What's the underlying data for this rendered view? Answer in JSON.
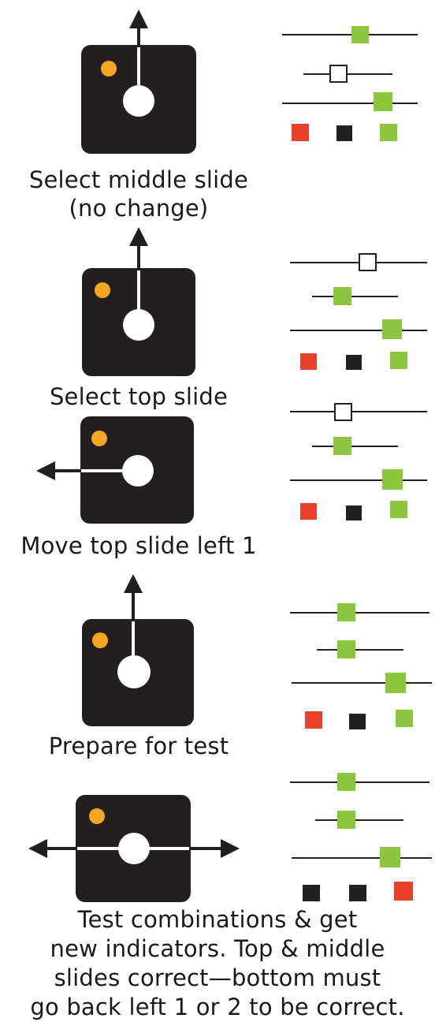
{
  "colors": {
    "panel": "#231f20",
    "led": "#f5a623",
    "knob": "#ffffff",
    "slide_on": "#8cc63f",
    "slide_off": "#ffffff",
    "ind_red": "#e8402a",
    "ind_black": "#231f20",
    "ind_green": "#8cc63f",
    "line": "#231f20"
  },
  "steps": [
    {
      "id": "select-middle",
      "caption": [
        "Select middle slide",
        "(no change)"
      ],
      "stick": "up",
      "selected_slide": "middle",
      "indicators": [
        "red",
        "black",
        "green"
      ]
    },
    {
      "id": "select-top",
      "caption": [
        "Select top slide"
      ],
      "stick": "up",
      "selected_slide": "top",
      "indicators": [
        "red",
        "black",
        "green"
      ]
    },
    {
      "id": "move-top-left",
      "caption": [
        "Move top slide left 1"
      ],
      "stick": "left",
      "selected_slide": "top",
      "indicators": [
        "red",
        "black",
        "green"
      ]
    },
    {
      "id": "prepare-test",
      "caption": [
        "Prepare for test"
      ],
      "stick": "up",
      "selected_slide": null,
      "indicators": [
        "red",
        "black",
        "green"
      ]
    },
    {
      "id": "test-combinations",
      "caption": [
        "Test combinations & get",
        "new indicators. Top & middle",
        "slides correct—bottom must",
        "go back left 1 or 2 to be correct."
      ],
      "stick": "left-right",
      "selected_slide": null,
      "indicators": [
        "black",
        "black",
        "red"
      ]
    }
  ]
}
